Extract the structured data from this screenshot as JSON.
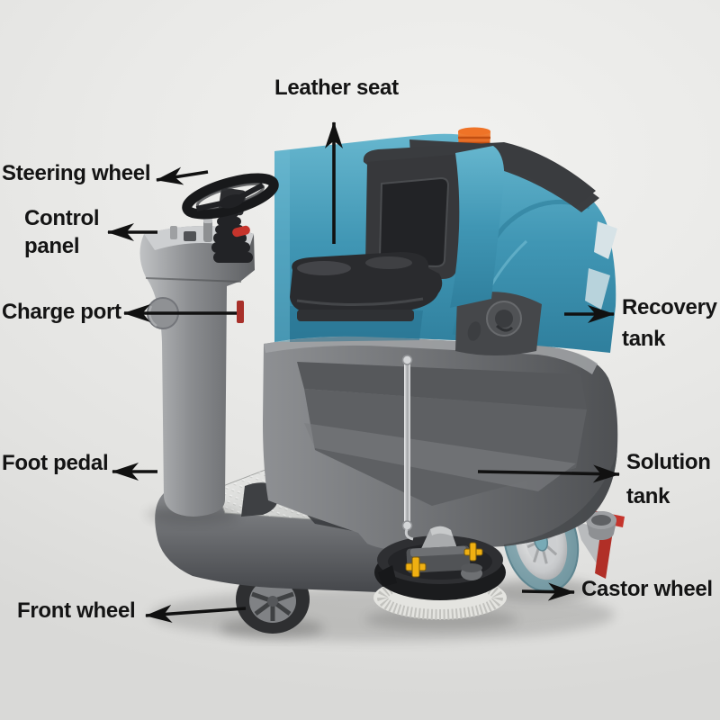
{
  "figure": {
    "type": "annotated-product-diagram",
    "subject": "ride-on floor scrubber machine",
    "colors": {
      "body_teal": "#4496B4",
      "tank_gray": "#6B6D70",
      "beacon_orange": "#E8641C",
      "squeegee_red": "#C5342C",
      "knob_yellow": "#F0B012",
      "label_text": "#141414",
      "background": "#EAEAE8"
    },
    "labels": {
      "leather_seat": "Leather seat",
      "steering_wheel": "Steering wheel",
      "control_panel": "Control\npanel",
      "charge_port": "Charge port",
      "recovery_tank": "Recovery\ntank",
      "solution_tank": "Solution\ntank",
      "foot_pedal": "Foot pedal",
      "front_wheel": "Front wheel",
      "castor_wheel": "Castor wheel"
    }
  }
}
